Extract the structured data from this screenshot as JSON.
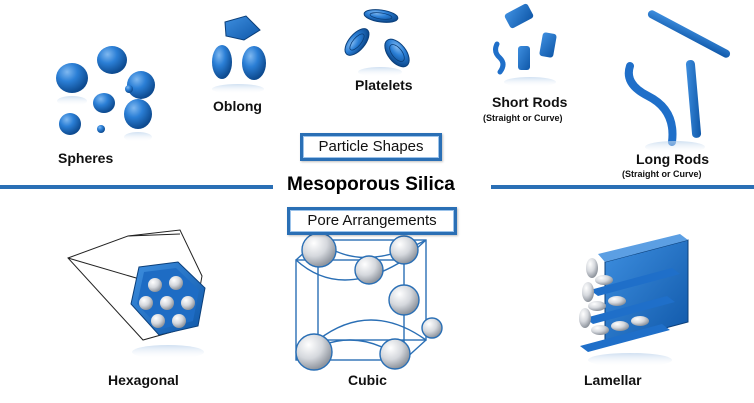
{
  "center": {
    "title": "Mesoporous Silica",
    "particle_box": "Particle Shapes",
    "pore_box": "Pore Arrangements"
  },
  "particle_shapes": {
    "spheres": "Spheres",
    "oblong": "Oblong",
    "platelets": "Platelets",
    "short_rods": "Short Rods",
    "short_rods_sub": "(Straight or Curve)",
    "long_rods": "Long Rods",
    "long_rods_sub": "(Straight or Curve)"
  },
  "pore_arrangements": {
    "hexagonal": "Hexagonal",
    "cubic": "Cubic",
    "lamellar": "Lamellar"
  },
  "colors": {
    "primary_blue": "#1f6fc9",
    "dark_blue": "#0f4e96",
    "pore_gray": "#c8ccd2",
    "outline": "#2a6fb5"
  }
}
